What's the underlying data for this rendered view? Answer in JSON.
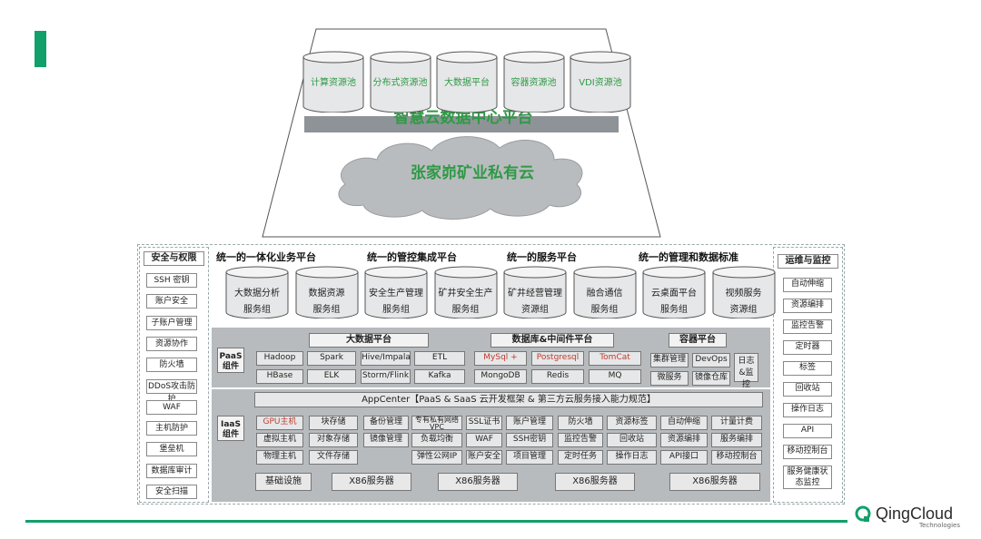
{
  "top": {
    "pools": [
      "计算资源池",
      "分布式资源池",
      "大数据平台",
      "容器资源池",
      "VDI资源池"
    ],
    "platform_title": "智慧云数据中心平台",
    "cloud_title": "张家峁矿业私有云"
  },
  "left_panel": {
    "title": "安全与权限",
    "items": [
      "SSH 密钥",
      "账户安全",
      "子账户管理",
      "资源协作",
      "防火墙",
      "DDoS攻击防护",
      "WAF",
      "主机防护",
      "堡垒机",
      "数据库审计",
      "安全扫描"
    ]
  },
  "right_panel": {
    "title": "运维与监控",
    "items": [
      "自动伸缩",
      "资源编排",
      "监控告警",
      "定时器",
      "标签",
      "回收站",
      "操作日志",
      "API",
      "移动控制台",
      "服务健康状态监控"
    ]
  },
  "headers": [
    "统一的一体化业务平台",
    "统一的管控集成平台",
    "统一的服务平台",
    "统一的管理和数据标准"
  ],
  "service_groups": [
    {
      "l1": "大数据分析",
      "l2": "服务组"
    },
    {
      "l1": "数据资源",
      "l2": "服务组"
    },
    {
      "l1": "安全生产管理",
      "l2": "服务组"
    },
    {
      "l1": "矿井安全生产",
      "l2": "服务组"
    },
    {
      "l1": "矿井经营管理",
      "l2": "资源组"
    },
    {
      "l1": "融合通信",
      "l2": "服务组"
    },
    {
      "l1": "云桌面平台",
      "l2": "服务组"
    },
    {
      "l1": "视频服务",
      "l2": "资源组"
    }
  ],
  "paas": {
    "label": "PaaS 组件",
    "bigdata_title": "大数据平台",
    "bigdata_items": [
      "Hadoop",
      "Spark",
      "Hive/Impala",
      "ETL",
      "HBase",
      "ELK",
      "Storm/Flink",
      "Kafka"
    ],
    "db_title": "数据库&中间件平台",
    "db_items": [
      "MySql +",
      "Postgresql",
      "TomCat",
      "MongoDB",
      "Redis",
      "MQ"
    ],
    "container_title": "容器平台",
    "container_items": [
      "集群管理",
      "DevOps",
      "微服务",
      "镜像仓库"
    ],
    "log_label": "日志&监控"
  },
  "iaas": {
    "label": "IaaS 组件",
    "appcenter": "AppCenter【PaaS & SaaS 云开发框架 & 第三方云服务接入能力规范】",
    "grid": [
      [
        "GPU主机",
        "块存储",
        "备份管理",
        "专有私有网络VPC",
        "SSL证书",
        "账户管理",
        "防火墙",
        "资源标签",
        "自动伸缩",
        "计量计费"
      ],
      [
        "虚拟主机",
        "对象存储",
        "镜像管理",
        "负载均衡",
        "WAF",
        "SSH密钥",
        "监控告警",
        "回收站",
        "资源编排",
        "服务编排"
      ],
      [
        "物理主机",
        "文件存储",
        "",
        "弹性公网IP",
        "账户安全",
        "项目管理",
        "定时任务",
        "操作日志",
        "API接口",
        "移动控制台"
      ]
    ],
    "infra": "基础设施",
    "servers": [
      "X86服务器",
      "X86服务器",
      "X86服务器",
      "X86服务器"
    ]
  },
  "logo": {
    "name": "QingCloud",
    "sub": "Technologies"
  },
  "colors": {
    "accent": "#12a06a",
    "label_green": "#2e9a45",
    "zone_gray": "#b7bbbe"
  }
}
